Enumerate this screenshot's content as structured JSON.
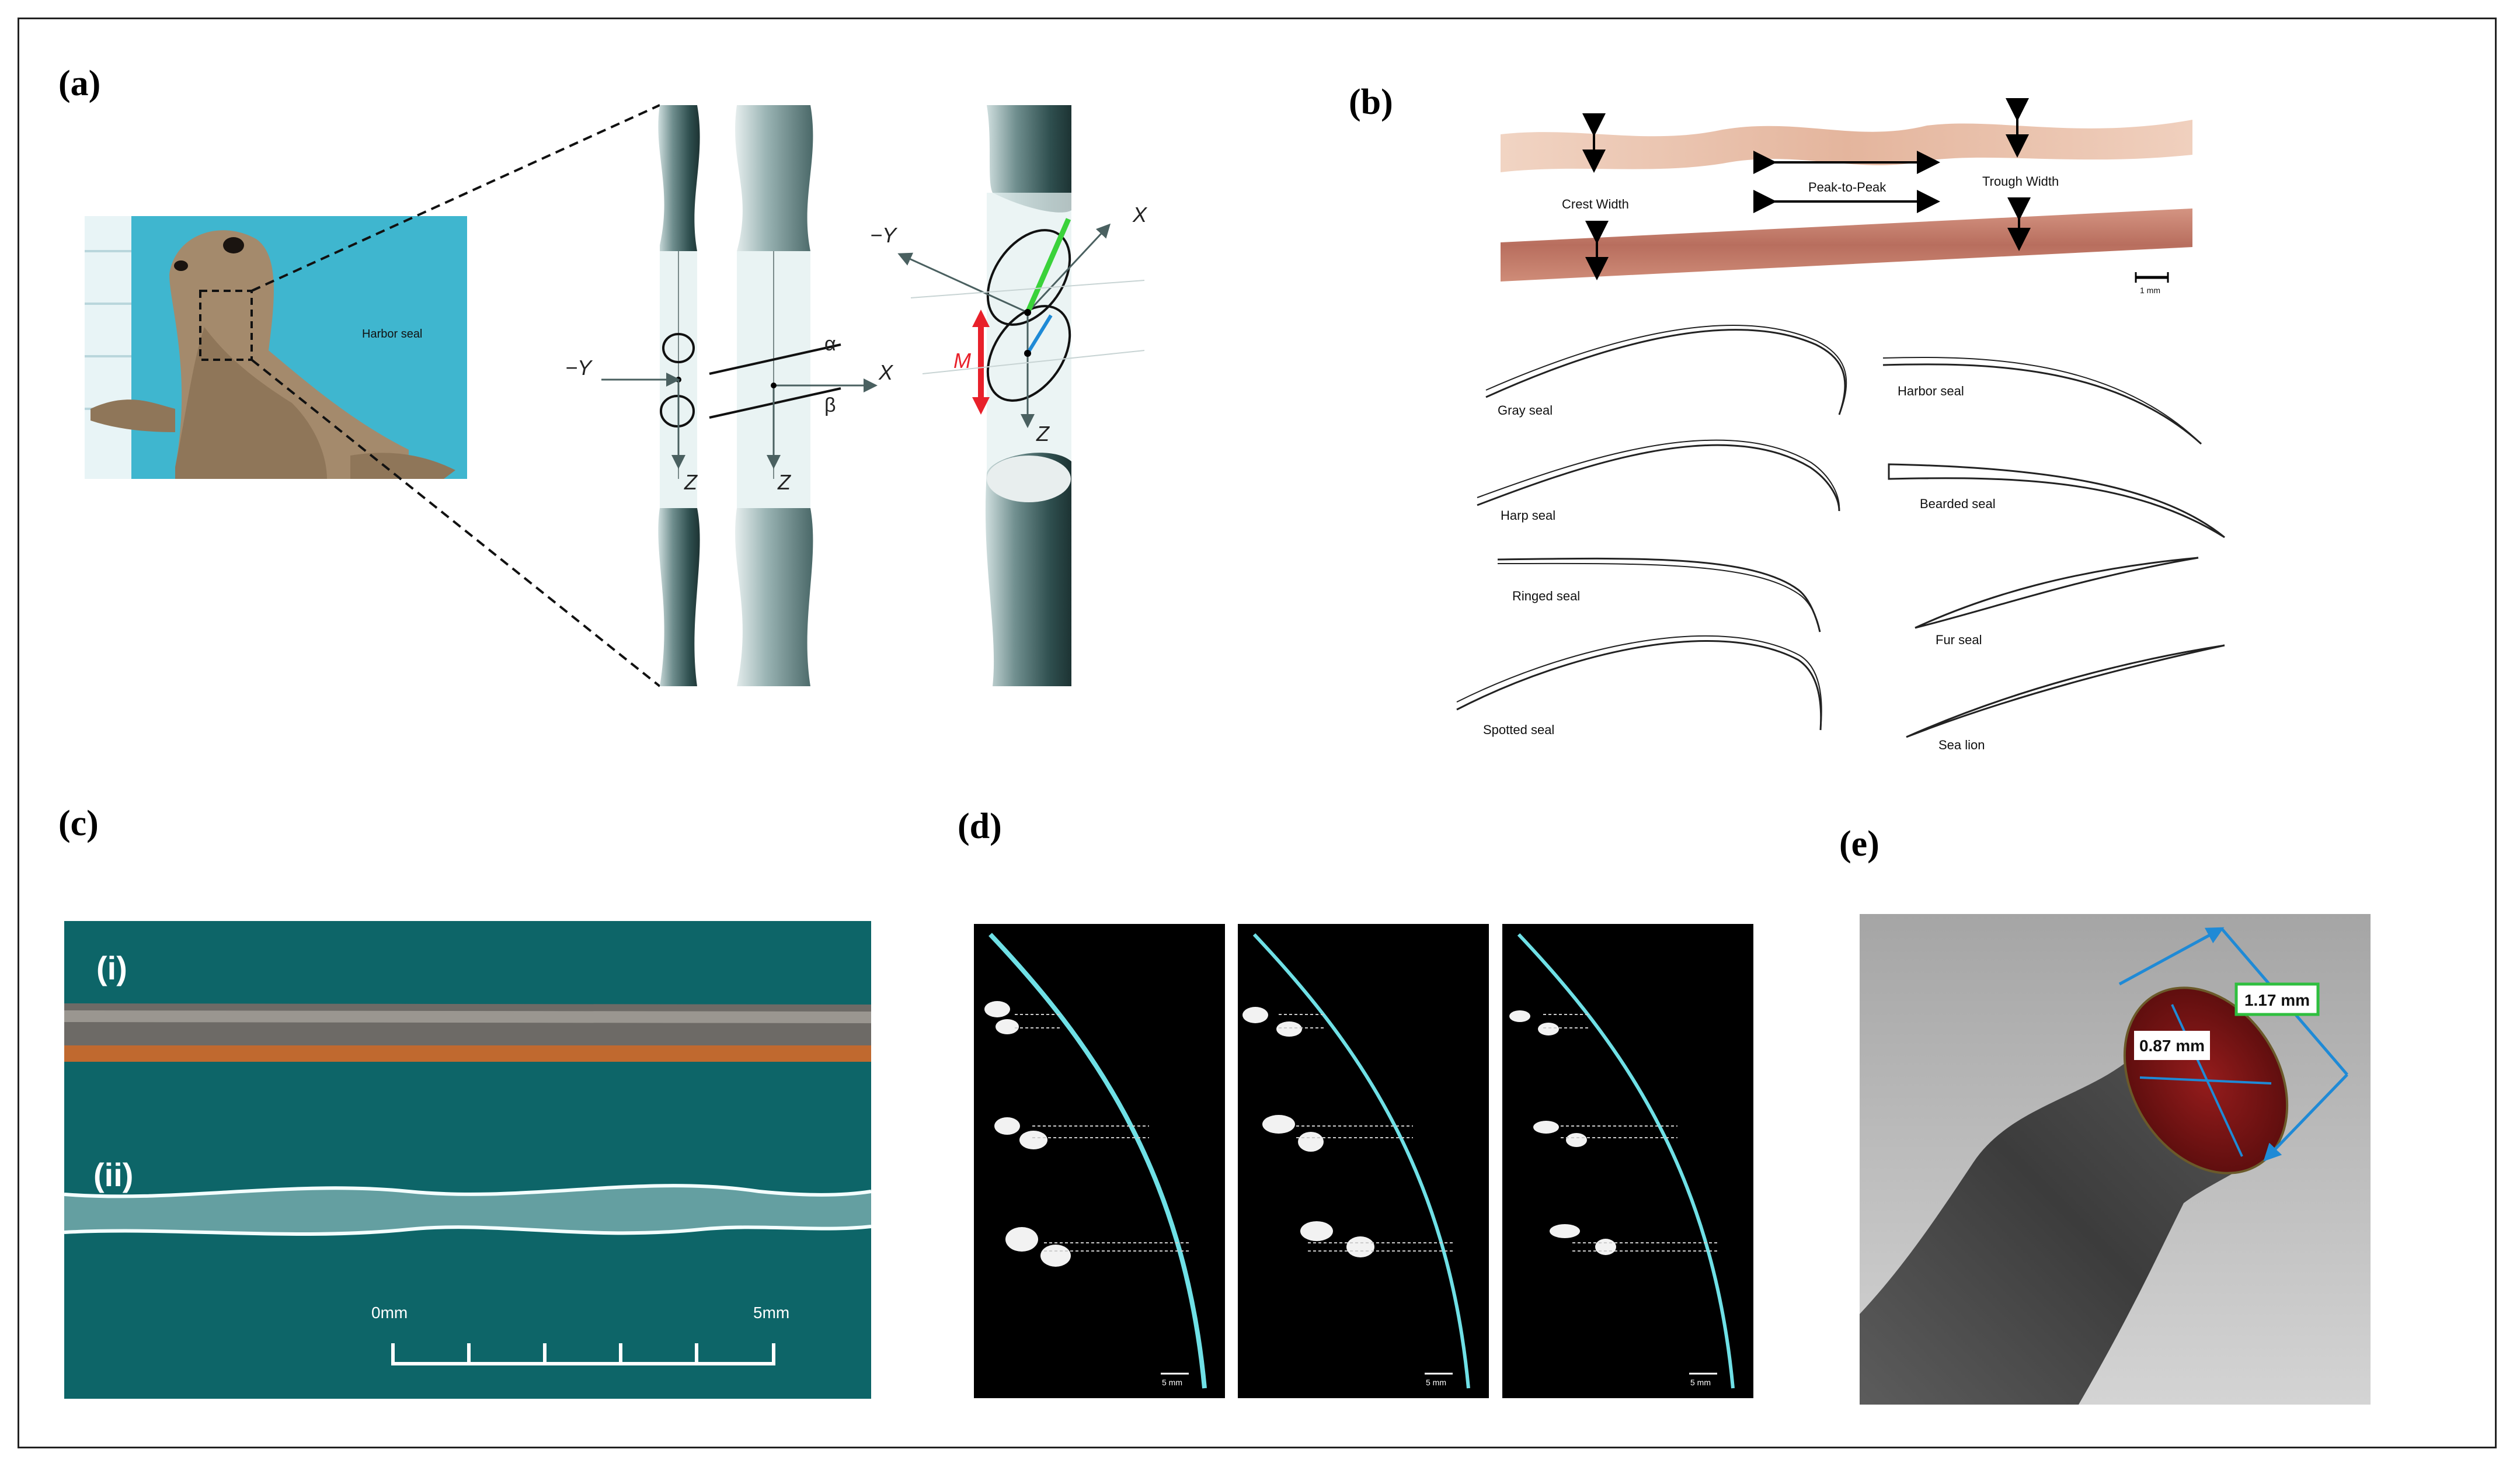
{
  "panels": {
    "a": {
      "label": "(a)",
      "seal_caption": "Harbor seal",
      "axis_neg_y": "−Y",
      "axis_x": "X",
      "axis_z": "Z",
      "alpha": "α",
      "beta": "β",
      "moment": "M"
    },
    "b": {
      "label": "(b)",
      "crest_width": "Crest Width",
      "peak_to_peak": "Peak-to-Peak",
      "trough_width": "Trough Width",
      "scale": "1 mm",
      "species": [
        "Gray seal",
        "Harbor seal",
        "Harp seal",
        "Bearded seal",
        "Ringed seal",
        "Fur seal",
        "Spotted seal",
        "Sea lion"
      ]
    },
    "c": {
      "label": "(c)",
      "sub_i": "(i)",
      "sub_ii": "(ii)",
      "scale_start": "0mm",
      "scale_end": "5mm"
    },
    "d": {
      "label": "(d)",
      "scale": "5 mm"
    },
    "e": {
      "label": "(e)",
      "major_axis": "1.17 mm",
      "minor_axis": "0.87 mm"
    }
  },
  "colors": {
    "frame": "#222222",
    "pool": "#3fb6cf",
    "whisker_tube": "#2f4f4f",
    "teal_background": "#0f6b6d",
    "cyan_whisker": "#6fe0e6",
    "measure_blue": "#1f8ad6",
    "cut_face": "#7a1414",
    "moment_red": "#e8202a",
    "green_arrow": "#3ad23a"
  },
  "icons": [
    "seal-photo",
    "whisker-tube",
    "magnifier-lines",
    "scale-bar"
  ]
}
